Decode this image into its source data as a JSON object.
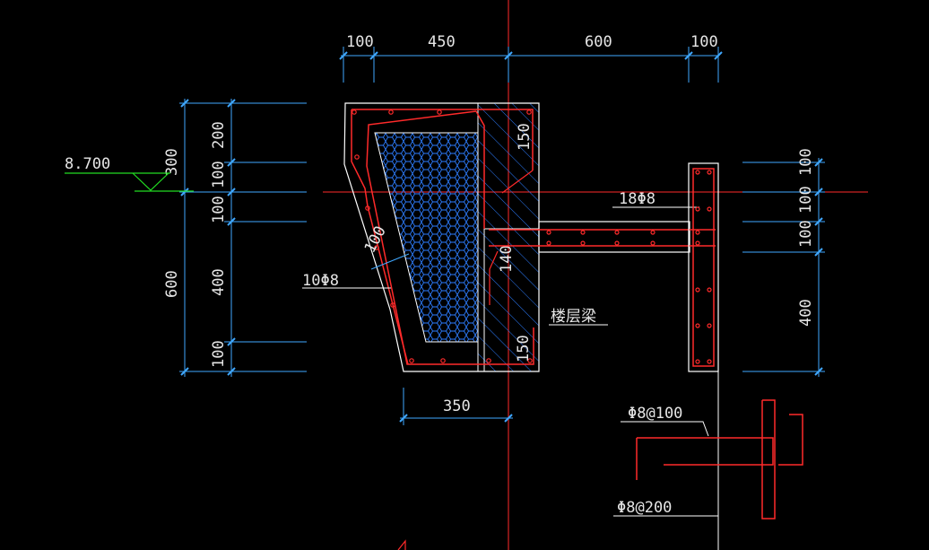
{
  "colors": {
    "background": "#000000",
    "dimension": "#3fa7ff",
    "rebar": "#ff2a2a",
    "outline": "#ffffff",
    "text": "#e6e6e6",
    "level_mark": "#22dd22",
    "hatch": "#2d7dff"
  },
  "level": {
    "elevation": "8.700"
  },
  "top_dims": [
    "100",
    "450",
    "600",
    "100"
  ],
  "left_outer_dims": [
    "300",
    "600"
  ],
  "left_inner_dims": [
    "200",
    "100",
    "100",
    "400",
    "100"
  ],
  "right_dims": [
    "100",
    "100",
    "100",
    "400"
  ],
  "bottom_dim": "350",
  "inner_dims": {
    "top_strip": "150",
    "slab_thickness": "140",
    "bottom_strip": "150",
    "slope_offset": "100"
  },
  "labels": {
    "main_rebar_left": "10Φ8",
    "main_rebar_right": "18Φ8",
    "floor_beam": "楼层梁",
    "stirrup_100": "Φ8@100",
    "stirrup_200": "Φ8@200"
  }
}
